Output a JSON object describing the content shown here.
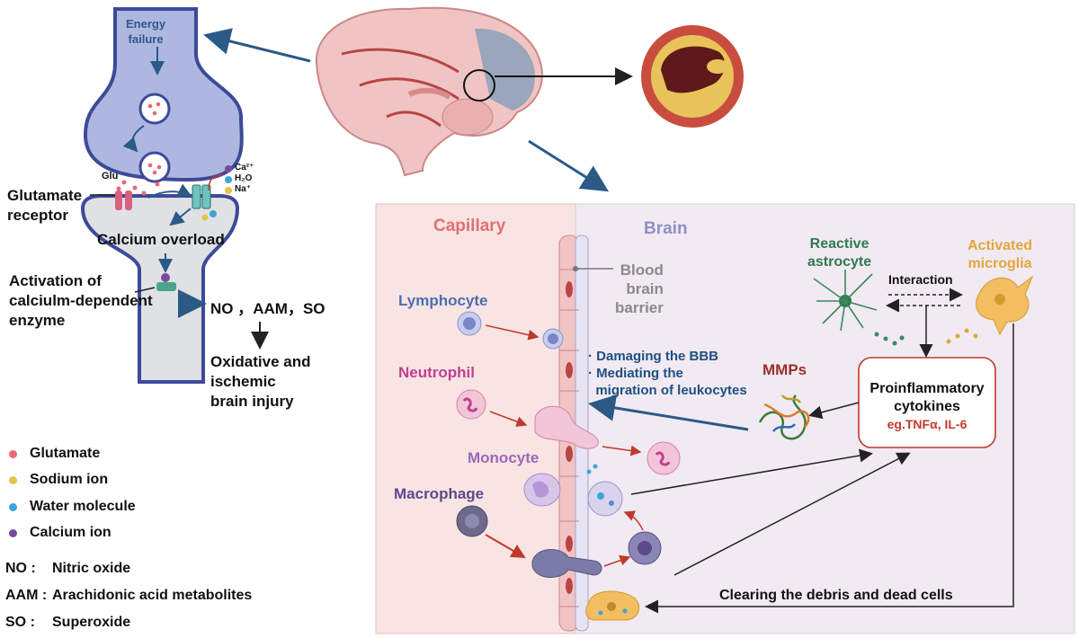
{
  "synapse": {
    "energy_failure": "Energy\nfailure",
    "glu": "Glu",
    "ca": "Ca²⁺",
    "h2o": "H₂O",
    "na": "Na⁺",
    "glutamate_receptor": "Glutamate\nreceptor",
    "calcium_overload": "Calcium overload",
    "activation": "Activation of\ncalciulm-dependent\nenzyme",
    "products": "NO ，AAM，SO",
    "injury": "Oxidative and\nischemic\nbrain injury"
  },
  "legend": {
    "items": [
      {
        "label": "Glutamate",
        "color": "#e86a74"
      },
      {
        "label": "Sodium ion",
        "color": "#e6c24a"
      },
      {
        "label": "Water molecule",
        "color": "#3aa6d8"
      },
      {
        "label": "Calcium ion",
        "color": "#7a4a9a"
      }
    ],
    "abbreviations": [
      {
        "abbr": "NO :",
        "text": "Nitric oxide"
      },
      {
        "abbr": "AAM :",
        "text": "Arachidonic acid metabolites"
      },
      {
        "abbr": "SO :",
        "text": "Superoxide"
      }
    ]
  },
  "panel": {
    "capillary": "Capillary",
    "brain": "Brain",
    "bbb": "Blood\nbrain\nbarrier",
    "lymphocyte": "Lymphocyte",
    "neutrophil": "Neutrophil",
    "monocyte": "Monocyte",
    "macrophage": "Macrophage",
    "damaging": "· Damaging the BBB\n· Mediating the\n  migration of leukocytes",
    "mmps": "MMPs",
    "reactive_astrocyte": "Reactive\nastrocyte",
    "activated_microglia": "Activated\nmicroglia",
    "interaction": "Interaction",
    "cytokines": "Proinflammatory\ncytokines",
    "cytokine_eg": "eg.TNFα, IL-6",
    "clearing": "Clearing the debris and dead cells"
  },
  "colors": {
    "capillary_bg": "#f9e4e4",
    "brain_bg": "#f1eaf2",
    "synapse_blue": "#aeb7e0",
    "arrow_blue": "#2b5a86",
    "lymph": "#4a6fb0",
    "neutro": "#c23f8e",
    "mono": "#9b6ab6",
    "macro": "#5b4a8c",
    "astro": "#2e7a4e",
    "micro": "#e3a53c",
    "mmp": "#9a2f2a",
    "cyto_red": "#c23a2e"
  }
}
